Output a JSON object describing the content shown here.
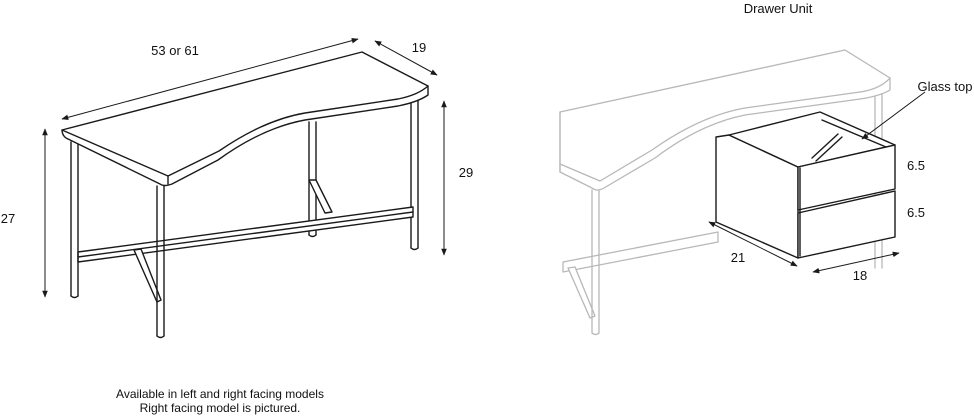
{
  "desk": {
    "width_label": "53 or 61",
    "depth_label": "19",
    "height_label": "29",
    "leg_label": "27"
  },
  "drawer": {
    "title": "Drawer Unit",
    "glass_label": "Glass top",
    "drawer1_label": "6.5",
    "drawer2_label": "6.5",
    "width_label": "21",
    "depth_label": "18"
  },
  "notes": {
    "line1": "Available in left and right facing models",
    "line2": "Right facing model is pictured."
  }
}
